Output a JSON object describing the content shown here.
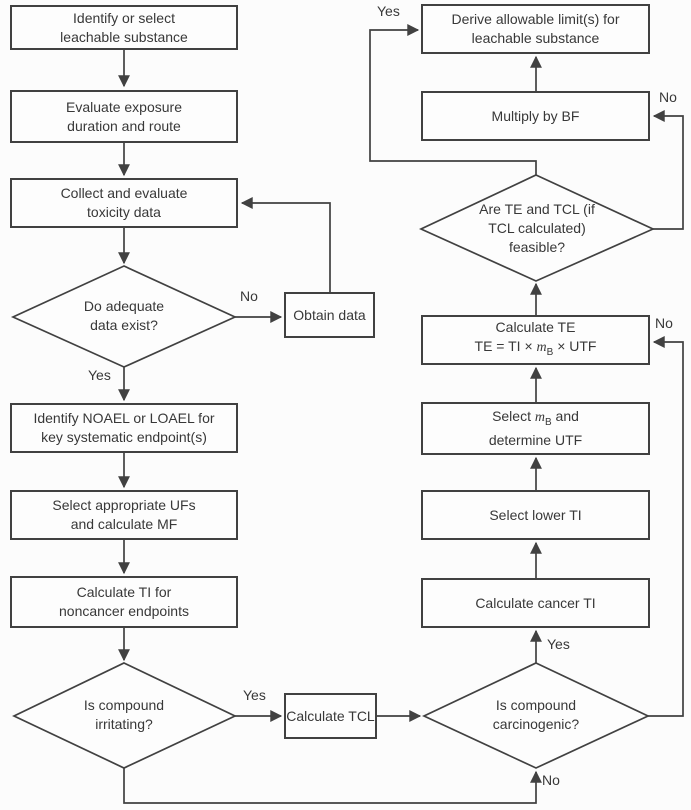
{
  "diagram_type": "flowchart",
  "colors": {
    "line": "#414141",
    "text": "#383838",
    "background": "#fcfcfc",
    "node_fill": "#fdfdfd"
  },
  "nodes": {
    "identify_substance": {
      "line1": "Identify or select",
      "line2": "leachable substance"
    },
    "evaluate_exposure": {
      "line1": "Evaluate exposure",
      "line2": "duration and route"
    },
    "collect_toxicity": {
      "line1": "Collect and evaluate",
      "line2": "toxicity data"
    },
    "adequate_data": {
      "line1": "Do adequate",
      "line2": "data exist?"
    },
    "obtain_data": {
      "label": "Obtain data"
    },
    "identify_noael": {
      "line1": "Identify NOAEL or LOAEL for",
      "line2": "key systematic endpoint(s)"
    },
    "select_ufs": {
      "line1": "Select appropriate UFs",
      "line2": "and calculate MF"
    },
    "calculate_ti": {
      "line1": "Calculate TI for",
      "line2": "noncancer endpoints"
    },
    "irritating": {
      "line1": "Is compound",
      "line2": "irritating?"
    },
    "calculate_tcl": {
      "label": "Calculate TCL"
    },
    "carcinogenic": {
      "line1": "Is compound",
      "line2": "carcinogenic?"
    },
    "calculate_cancer_ti": {
      "label": "Calculate cancer TI"
    },
    "select_lower_ti": {
      "label": "Select lower TI"
    },
    "select_mb": {
      "pre": "Select ",
      "var": "m",
      "sub": "B",
      "post": " and",
      "line2": "determine UTF"
    },
    "calculate_te": {
      "line1": "Calculate TE",
      "formula_pre": "TE = TI × ",
      "var": "m",
      "sub": "B",
      "formula_post": " × UTF"
    },
    "feasible": {
      "line1": "Are TE and TCL (if",
      "line2": "TCL calculated)",
      "line3": "feasible?"
    },
    "multiply_bf": {
      "label": "Multiply by BF"
    },
    "derive_limits": {
      "line1": "Derive allowable limit(s) for",
      "line2": "leachable substance"
    }
  },
  "edge_labels": {
    "adequate_no": "No",
    "adequate_yes": "Yes",
    "irritating_yes": "Yes",
    "irritating_no": "No",
    "carcinogenic_yes": "Yes",
    "carcinogenic_no": "No",
    "feasible_yes": "Yes",
    "feasible_no": "No"
  }
}
